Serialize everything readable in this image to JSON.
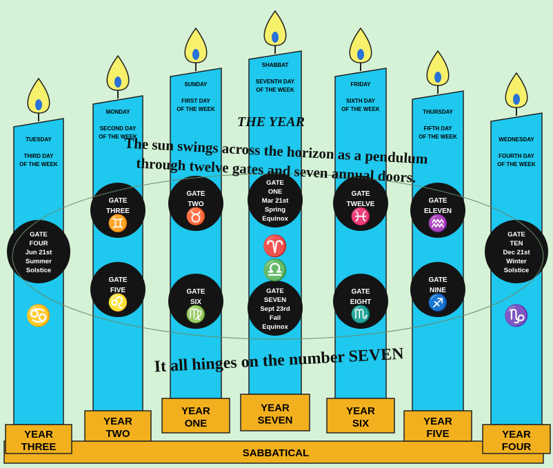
{
  "title": "THE YEAR",
  "subtitle_line1": "The sun swings across the horizon as a pendulum",
  "subtitle_line2": "through twelve gates and seven annual doors.",
  "footer": "It all hinges on the number SEVEN",
  "base_label": "SABBATICAL",
  "colors": {
    "background": "#d6f2d6",
    "candle": "#1ec8ee",
    "base": "#f2b01e",
    "flame_outer": "#f7f06a",
    "flame_inner": "#2a72d8",
    "gate_circle": "#141414",
    "zodiac_glyph": "#e8401a"
  },
  "candles": [
    {
      "day": "TUESDAY",
      "desc_line1": "THIRD DAY",
      "desc_line2": "OF THE WEEK",
      "year_line1": "YEAR",
      "year_line2": "THREE",
      "gates": [
        {
          "lines": [
            "GATE",
            "FOUR",
            "Jun 21st",
            "Summer",
            "Solstice"
          ]
        }
      ],
      "glyphs": [
        "♋"
      ]
    },
    {
      "day": "MONDAY",
      "desc_line1": "SECOND DAY",
      "desc_line2": "OF THE WEEK",
      "year_line1": "YEAR",
      "year_line2": "TWO",
      "gates": [
        {
          "lines": [
            "GATE",
            "THREE"
          ],
          "glyph": "♊"
        },
        {
          "lines": [
            "GATE",
            "FIVE"
          ],
          "glyph": "♌"
        }
      ],
      "glyphs": []
    },
    {
      "day": "SUNDAY",
      "desc_line1": "FIRST DAY",
      "desc_line2": "OF THE WEEK",
      "year_line1": "YEAR",
      "year_line2": "ONE",
      "gates": [
        {
          "lines": [
            "GATE",
            "TWO"
          ],
          "glyph": "♉"
        },
        {
          "lines": [
            "GATE",
            "SIX"
          ],
          "glyph": "♍"
        }
      ],
      "glyphs": []
    },
    {
      "day": "SHABBAT",
      "desc_line1": "SEVENTH DAY",
      "desc_line2": "OF THE WEEK",
      "year_line1": "YEAR",
      "year_line2": "SEVEN",
      "gates": [
        {
          "lines": [
            "GATE",
            "ONE",
            "Mar 21st",
            "Spring",
            "Equinox"
          ]
        },
        {
          "lines": [
            "GATE",
            "SEVEN",
            "Sept 23rd",
            "Fall",
            "Equinox"
          ]
        }
      ],
      "glyphs": [
        "♈",
        "♎"
      ]
    },
    {
      "day": "FRIDAY",
      "desc_line1": "SIXTH DAY",
      "desc_line2": "OF THE WEEK",
      "year_line1": "YEAR",
      "year_line2": "SIX",
      "gates": [
        {
          "lines": [
            "GATE",
            "TWELVE"
          ],
          "glyph": "♓"
        },
        {
          "lines": [
            "GATE",
            "EIGHT"
          ],
          "glyph": "♏"
        }
      ],
      "glyphs": []
    },
    {
      "day": "THURSDAY",
      "desc_line1": "FIFTH DAY",
      "desc_line2": "OF THE WEEK",
      "year_line1": "YEAR",
      "year_line2": "FIVE",
      "gates": [
        {
          "lines": [
            "GATE",
            "ELEVEN"
          ],
          "glyph": "♒"
        },
        {
          "lines": [
            "GATE",
            "NINE"
          ],
          "glyph": "♐"
        }
      ],
      "glyphs": []
    },
    {
      "day": "WEDNESDAY",
      "desc_line1": "FOURTH DAY",
      "desc_line2": "OF THE WEEK",
      "year_line1": "YEAR",
      "year_line2": "FOUR",
      "gates": [
        {
          "lines": [
            "GATE",
            "TEN",
            "Dec 21st",
            "Winter",
            "Solstice"
          ]
        }
      ],
      "glyphs": [
        "♑"
      ]
    }
  ]
}
